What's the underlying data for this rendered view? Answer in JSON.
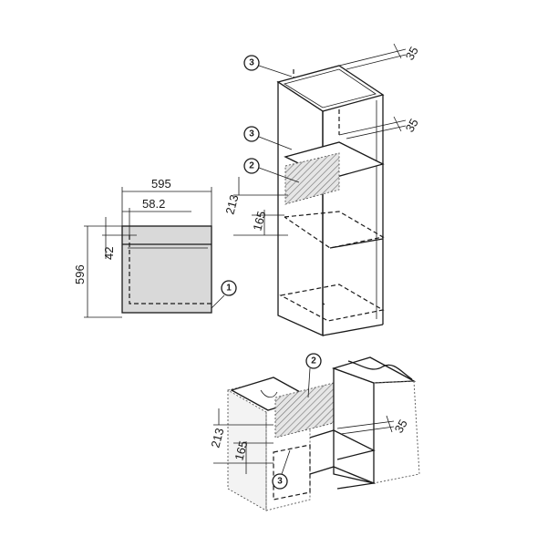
{
  "dimensions": {
    "oven_width": "595",
    "depth_offset": "58.2",
    "oven_height": "596",
    "top_offset": "42",
    "vent_gap_top": "35",
    "vent_gap_mid": "35",
    "vent_gap_bottom": "35",
    "niche_height": "213",
    "niche_lower": "165",
    "niche_height_b": "213",
    "niche_lower_b": "165"
  },
  "callouts": {
    "c1": "1",
    "c2a": "2",
    "c2b": "2",
    "c3a": "3",
    "c3b": "3",
    "c3c": "3"
  }
}
